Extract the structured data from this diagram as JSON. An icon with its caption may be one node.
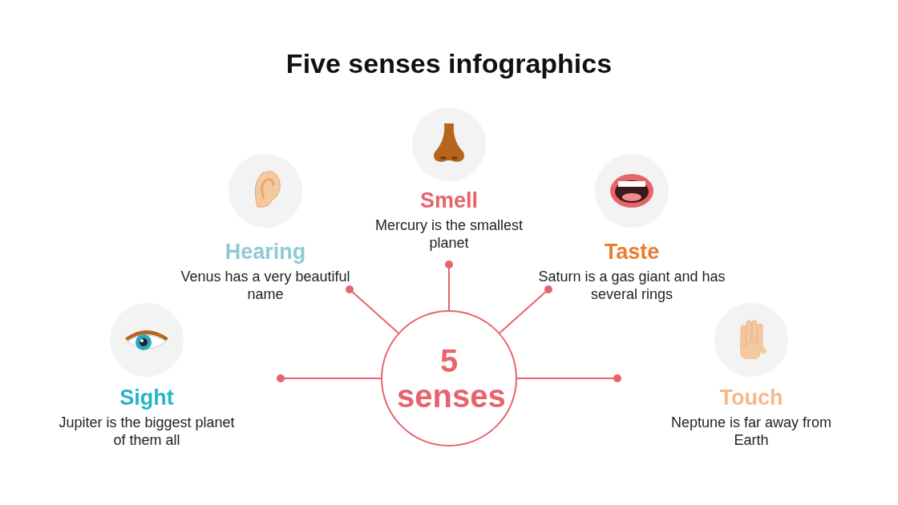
{
  "diagram": {
    "title": "Five senses infographics",
    "nodes": [
      {
        "text": [
          "5 senses"
        ]
      },
      {
        "text": [
          "Smell",
          "Mercury is the smallest planet"
        ]
      },
      {
        "text": [
          "Hearing",
          "Venus has a very beautiful name"
        ]
      },
      {
        "text": [
          "Taste",
          "Saturn is a gas giant and has several rings"
        ]
      },
      {
        "text": [
          "Sight",
          "Jupiter is the biggest planet of them all"
        ]
      },
      {
        "text": [
          "Touch",
          "Neptune is far away from Earth"
        ]
      }
    ],
    "edges": [
      {
        "from": 0,
        "to": 4,
        "arrow": "other"
      },
      {
        "from": 0,
        "to": 2,
        "arrow": "other"
      },
      {
        "from": 0,
        "to": 1,
        "arrow": "other"
      },
      {
        "from": 0,
        "to": 3,
        "arrow": "other"
      },
      {
        "from": 0,
        "to": 5,
        "arrow": "other"
      }
    ]
  }
}
